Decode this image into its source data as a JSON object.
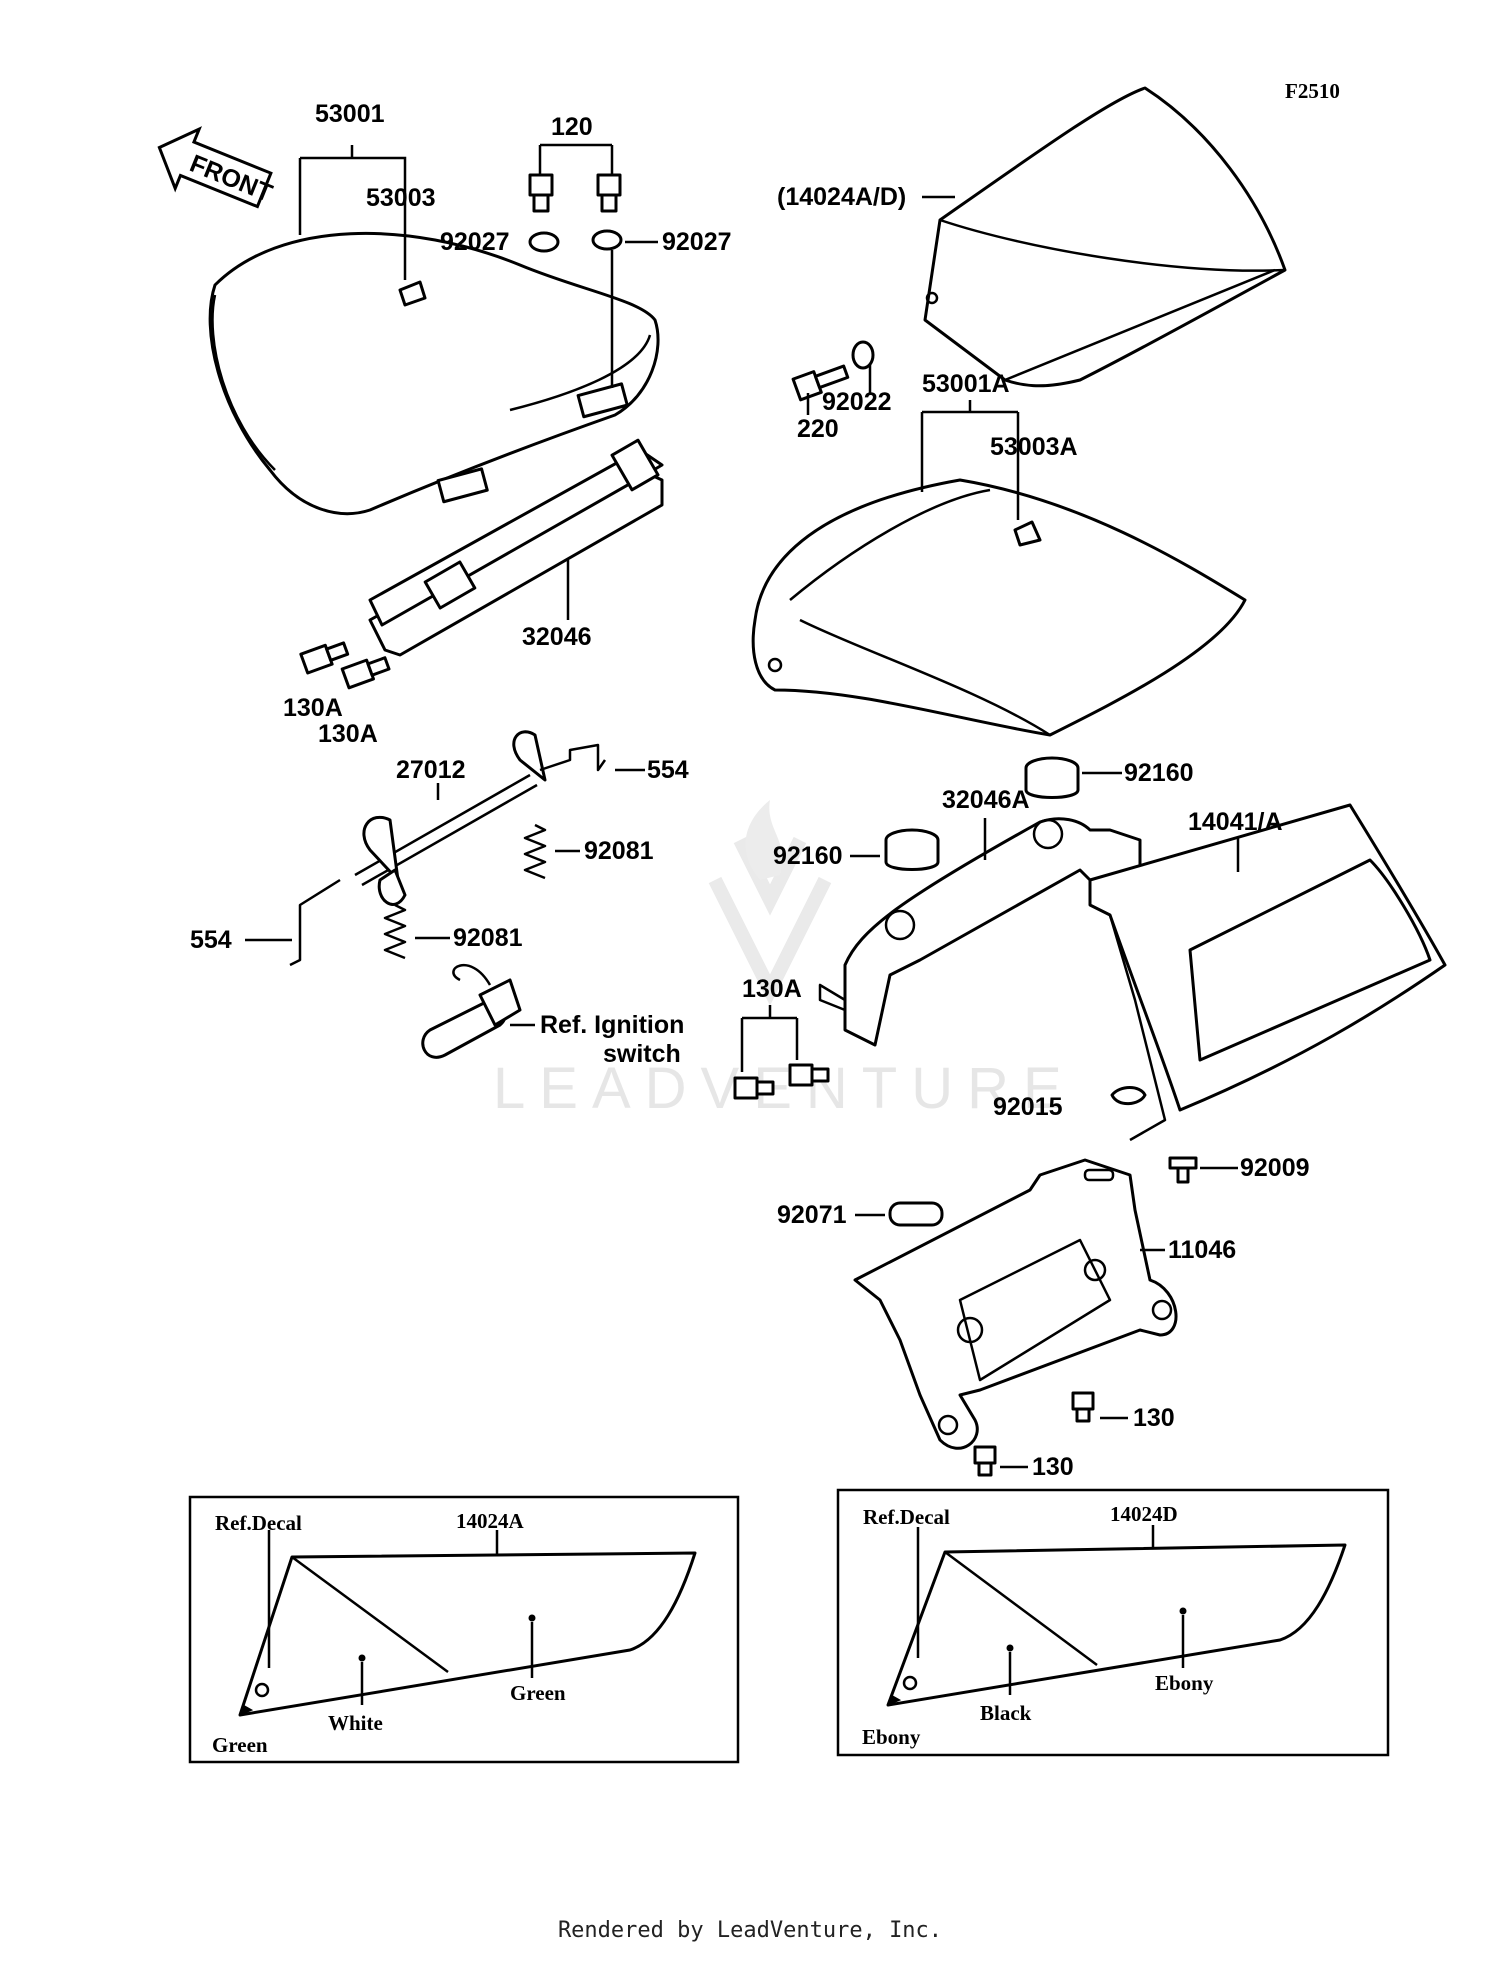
{
  "figure_code": "F2510",
  "watermark": "LEADVENTURE",
  "footer": "Rendered by LeadVenture, Inc.",
  "front_arrow": "FRONT",
  "callouts": {
    "c53001": "53001",
    "c53003": "53003",
    "c120": "120",
    "c92027a": "92027",
    "c92027b": "92027",
    "c14024ad": "(14024A/D)",
    "c92022": "92022",
    "c220": "220",
    "c53001a": "53001A",
    "c53003a": "53003A",
    "c32046": "32046",
    "c130a1": "130A",
    "c130a2": "130A",
    "c27012": "27012",
    "c554a": "554",
    "c554b": "554",
    "c92081a": "92081",
    "c92081b": "92081",
    "ref_ignition_1": "Ref. Ignition",
    "ref_ignition_2": "switch",
    "c92160a": "92160",
    "c92160b": "92160",
    "c32046a": "32046A",
    "c14041a": "14041/A",
    "c130a3": "130A",
    "c92015": "92015",
    "c92009": "92009",
    "c92071": "92071",
    "c11046": "11046",
    "c130b": "130",
    "c130c": "130"
  },
  "inset_left": {
    "ref_decal": "Ref.Decal",
    "part": "14024A",
    "color_tip": "Green",
    "color_mid": "White",
    "color_main": "Green"
  },
  "inset_right": {
    "ref_decal": "Ref.Decal",
    "part": "14024D",
    "color_tip": "Ebony",
    "color_mid": "Black",
    "color_main": "Ebony"
  }
}
